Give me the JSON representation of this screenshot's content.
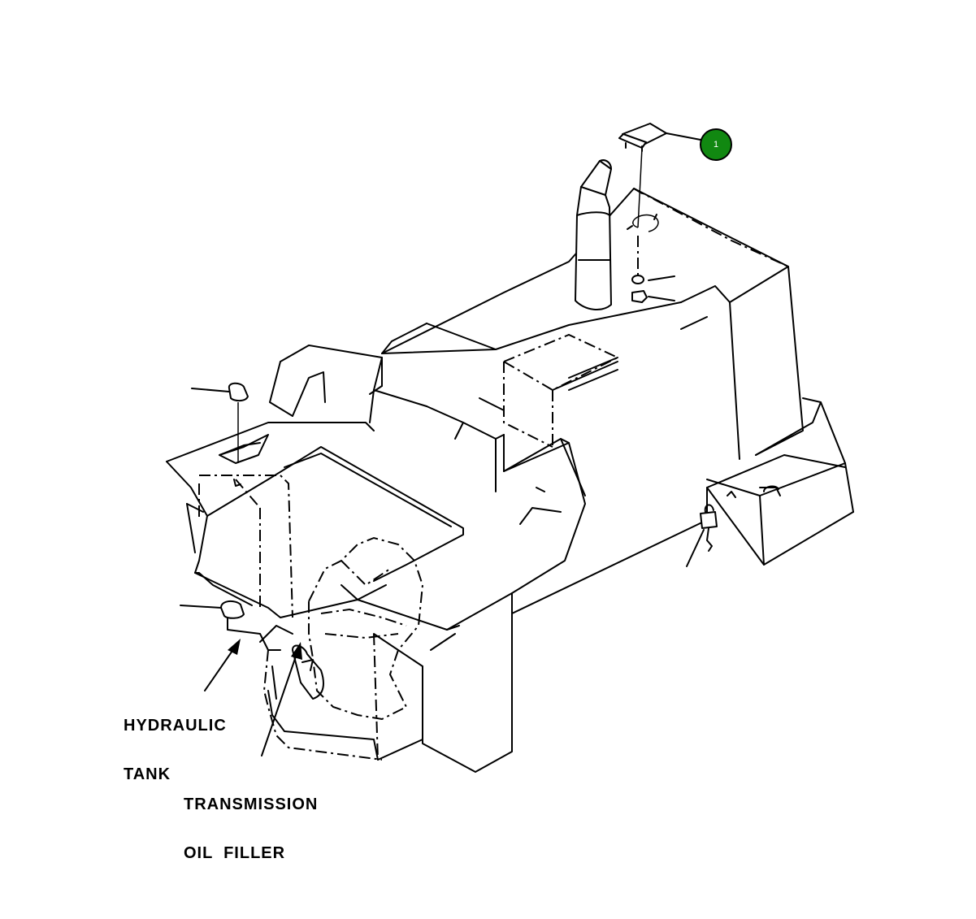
{
  "callouts": [
    {
      "number": "1",
      "color": "#118811"
    }
  ],
  "labels": {
    "hydraulic_tank": [
      "HYDRAULIC",
      "TANK"
    ],
    "transmission_oil_filler": [
      "TRANSMISSION",
      "OIL  FILLER"
    ]
  },
  "icons": [
    "padlock-icon",
    "filler-cap-icon",
    "exhaust-stack-icon",
    "hinge-plate-icon"
  ]
}
